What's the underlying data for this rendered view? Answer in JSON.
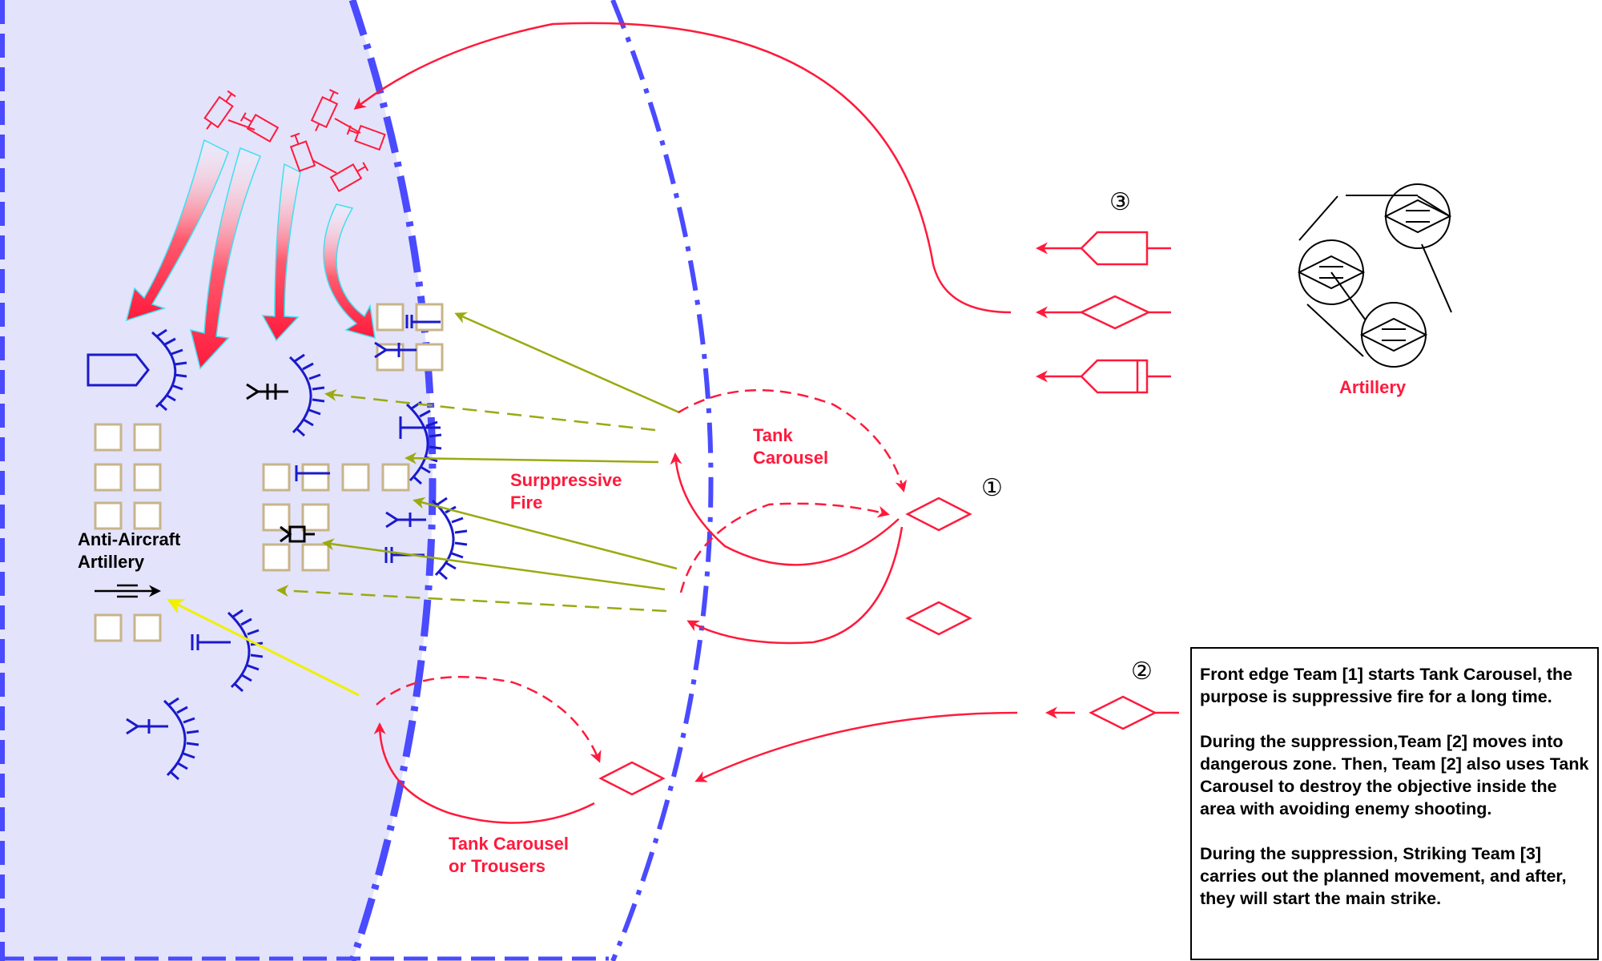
{
  "labels": {
    "tank_carousel": [
      "Tank",
      "Carousel"
    ],
    "suppressive_fire": [
      "Surppressive",
      "Fire"
    ],
    "anti_aircraft": [
      "Anti-Aircraft",
      "Artillery"
    ],
    "tank_carousel_trousers": [
      "Tank Carousel",
      "or Trousers"
    ],
    "artillery": "Artillery"
  },
  "team_numbers": {
    "team1": "①",
    "team2": "②",
    "team3": "③"
  },
  "notes": [
    "Front edge Team [1]  starts Tank Carousel, the purpose is suppressive fire for a long time.",
    "During the suppression,Team [2] moves into dangerous zone. Then, Team [2] also uses Tank Carousel to destroy the objective inside the area with avoiding enemy shooting.",
    "During the suppression, Striking Team [3] carries out the planned movement, and after, they will start the main strike."
  ],
  "colors": {
    "zone_fill": "#e3e3fb",
    "zone_line": "#4a4aff",
    "friendly": "#ff1a3c",
    "enemy": "#1a1acc",
    "suppress_arrow": "#9aaa10",
    "spot_arrow": "#f0f000",
    "building": "#c8b48a"
  }
}
